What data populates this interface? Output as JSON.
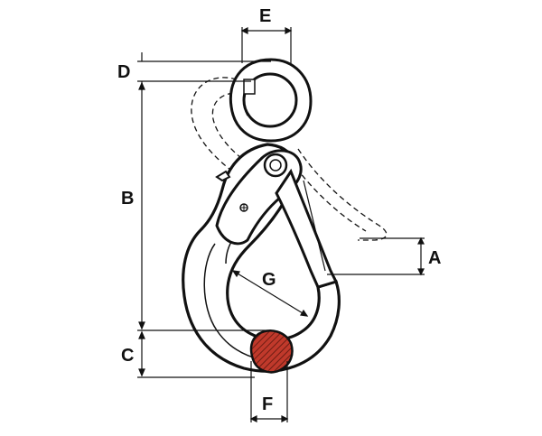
{
  "diagram": {
    "labels": {
      "A": "A",
      "B": "B",
      "C": "C",
      "D": "D",
      "E": "E",
      "F": "F",
      "G": "G"
    },
    "colors": {
      "line": "#111111",
      "section_fill": "#c0392b",
      "background": "#ffffff"
    }
  }
}
